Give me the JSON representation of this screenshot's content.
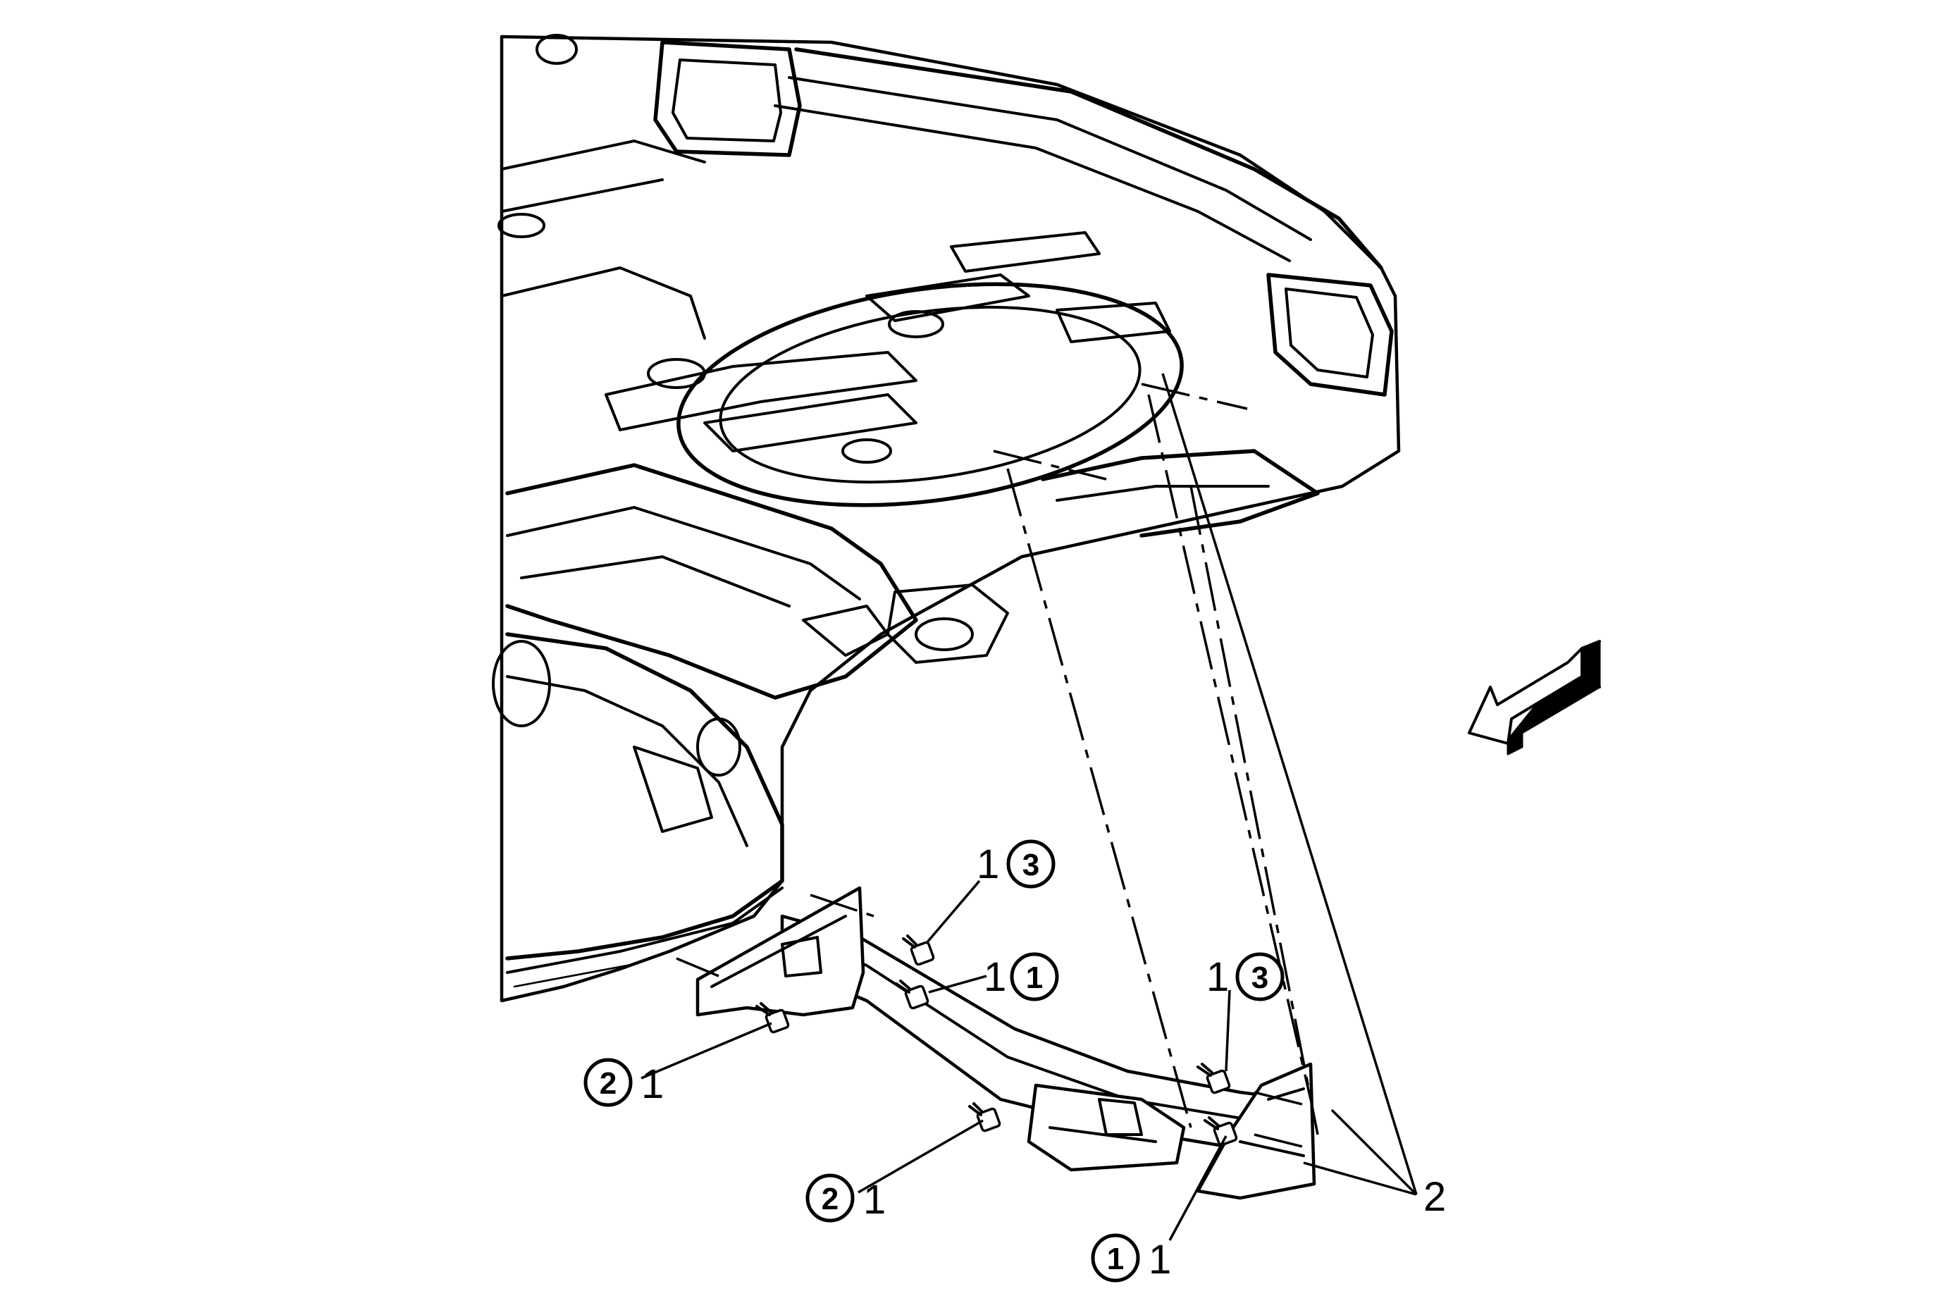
{
  "callouts": [
    {
      "id": "c1",
      "label": "1",
      "sequence": "3"
    },
    {
      "id": "c2",
      "label": "1",
      "sequence": "1"
    },
    {
      "id": "c3",
      "label": "1",
      "sequence": "3"
    },
    {
      "id": "c4",
      "label": "1",
      "sequence": "2"
    },
    {
      "id": "c5",
      "label": "1",
      "sequence": "2"
    },
    {
      "id": "c6",
      "label": "1",
      "sequence": "1"
    },
    {
      "id": "c7",
      "label": "2"
    }
  ],
  "icons": {
    "direction": "front-of-vehicle-arrow-icon",
    "fastener": "bolt-icon"
  },
  "colors": {
    "line": "#000000",
    "background": "#ffffff"
  }
}
